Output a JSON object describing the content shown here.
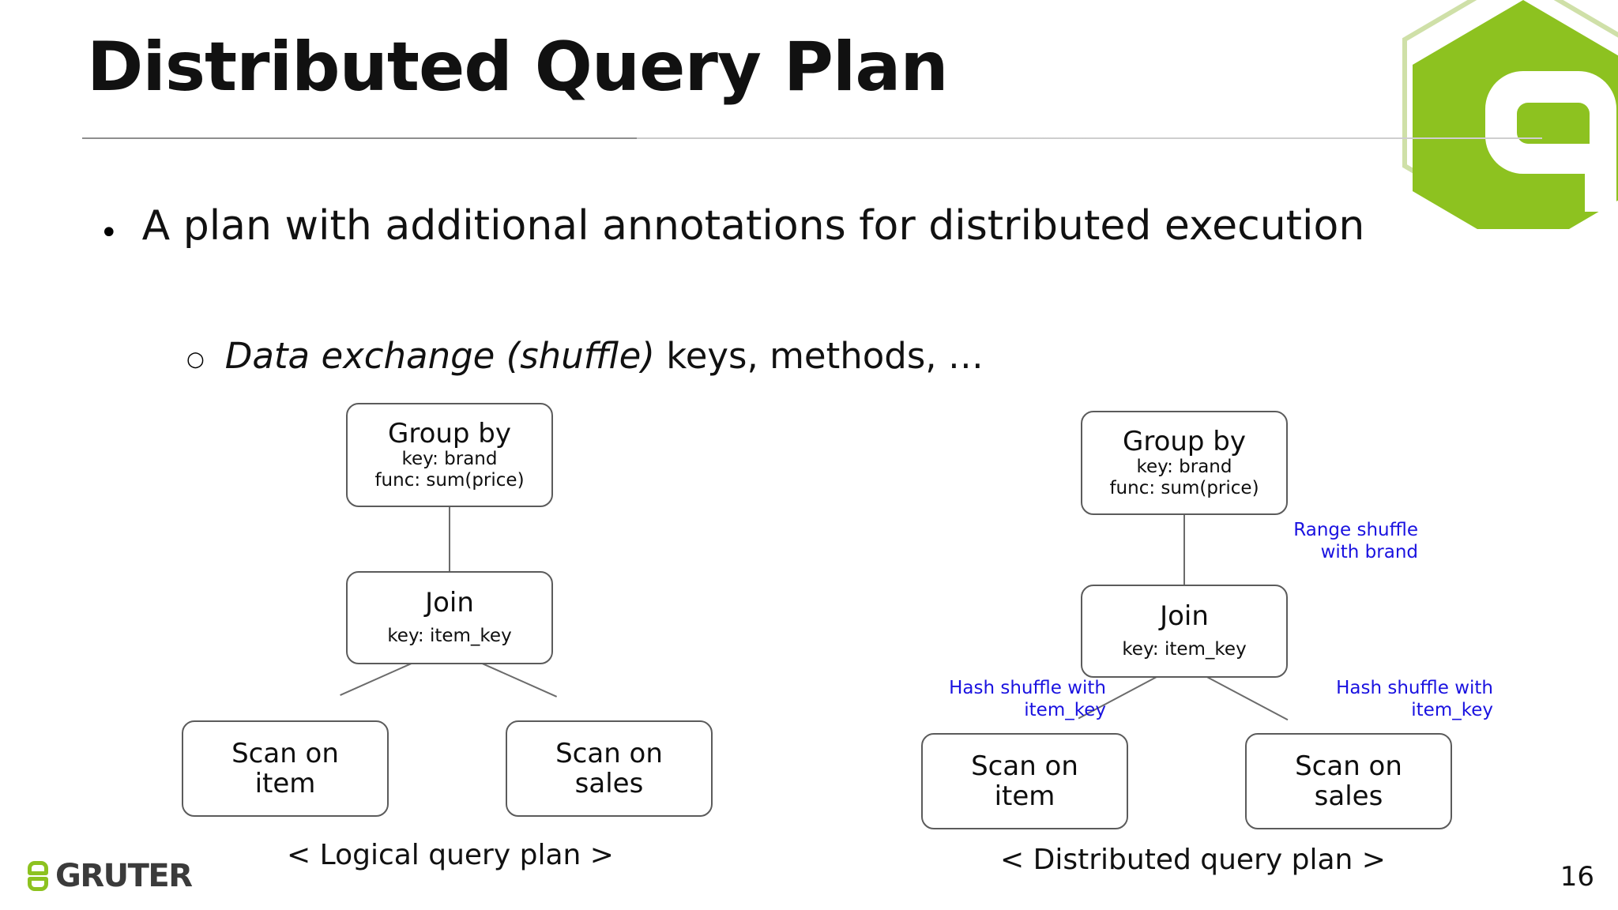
{
  "slide": {
    "title": "Distributed Query Plan",
    "page_number": "16",
    "accent_color": "#8dc220",
    "shuffle_color": "#1a12e0",
    "node_border_color": "#5b5b5b"
  },
  "bullets": {
    "level1": {
      "marker": "•",
      "text": "A plan with additional annotations for distributed execution"
    },
    "level2": {
      "marker": "○",
      "italic_text": "Data exchange (shuffle)",
      "rest_text": " keys, methods, …"
    }
  },
  "logical_plan": {
    "caption": "< Logical query plan >",
    "nodes": {
      "group_by": {
        "title": "Group by",
        "sub1": "key: brand",
        "sub2": "func: sum(price)"
      },
      "join": {
        "title": "Join",
        "sub1": "key: item_key"
      },
      "scan_item": {
        "line1": "Scan on",
        "line2": "item"
      },
      "scan_sales": {
        "line1": "Scan on",
        "line2": "sales"
      }
    }
  },
  "distributed_plan": {
    "caption": "< Distributed query plan >",
    "nodes": {
      "group_by": {
        "title": "Group by",
        "sub1": "key: brand",
        "sub2": "func: sum(price)"
      },
      "join": {
        "title": "Join",
        "sub1": "key: item_key"
      },
      "scan_item": {
        "line1": "Scan on",
        "line2": "item"
      },
      "scan_sales": {
        "line1": "Scan on",
        "line2": "sales"
      }
    },
    "annotations": {
      "range_shuffle": {
        "line1": "Range shuffle",
        "line2": "with brand"
      },
      "hash_shuffle_left": {
        "line1": "Hash shuffle with",
        "line2": "item_key"
      },
      "hash_shuffle_right": {
        "line1": "Hash shuffle with",
        "line2": "item_key"
      }
    }
  },
  "footer": {
    "logo_text": "GRUTER"
  }
}
